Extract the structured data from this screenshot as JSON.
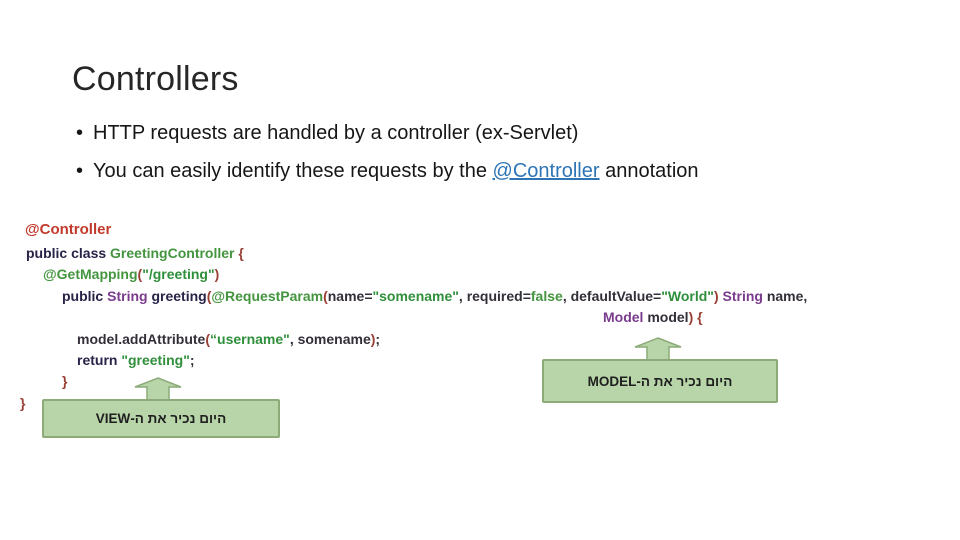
{
  "slide": {
    "title": "Controllers",
    "bullet_marker": "•",
    "bullets": [
      {
        "segments": [
          {
            "style": "plain",
            "text": "HTTP requests are handled by a controller (ex-Servlet)"
          }
        ]
      },
      {
        "segments": [
          {
            "style": "plain",
            "text": "You can easily identify these requests by the "
          },
          {
            "style": "link",
            "text": "@Controller"
          },
          {
            "style": "plain",
            "text": " annotation"
          }
        ]
      }
    ]
  },
  "code": {
    "header": "@Controller",
    "lines": [
      {
        "indent": 6,
        "tokens": [
          [
            "k",
            "public class "
          ],
          [
            "a",
            "GreetingController "
          ],
          [
            "b",
            "{"
          ]
        ]
      },
      {
        "indent": 23,
        "tokens": [
          [
            "a",
            "@GetMapping"
          ],
          [
            "b",
            "("
          ],
          [
            "s",
            "\"/greeting\""
          ],
          [
            "b",
            ")"
          ]
        ]
      },
      {
        "indent": 42,
        "tokens": [
          [
            "k",
            "public "
          ],
          [
            "t",
            "String "
          ],
          [
            "k",
            "greeting"
          ],
          [
            "b",
            "("
          ],
          [
            "a",
            "@RequestParam"
          ],
          [
            "b",
            "("
          ],
          [
            "p",
            "name="
          ],
          [
            "s",
            "\"somename\""
          ],
          [
            "p",
            ", required="
          ],
          [
            "a",
            "false"
          ],
          [
            "p",
            ", defaultValue="
          ],
          [
            "s",
            "\"World\""
          ],
          [
            "b",
            ") "
          ],
          [
            "t",
            "String"
          ],
          [
            "p",
            " name,"
          ]
        ]
      },
      {
        "indent": 583,
        "tokens": [
          [
            "t",
            "Model"
          ],
          [
            "p",
            " model"
          ],
          [
            "b",
            ") {"
          ]
        ]
      },
      {
        "indent": 57,
        "tokens": [
          [
            "p",
            "model.addAttribute"
          ],
          [
            "b",
            "("
          ],
          [
            "s",
            "“username\""
          ],
          [
            "p",
            ", somename"
          ],
          [
            "b",
            ")"
          ],
          [
            "p",
            ";"
          ]
        ]
      },
      {
        "indent": 57,
        "tokens": [
          [
            "k",
            "return "
          ],
          [
            "s",
            "\"greeting\""
          ],
          [
            "p",
            ";"
          ]
        ]
      },
      {
        "indent": 42,
        "tokens": [
          [
            "b",
            "}"
          ]
        ]
      },
      {
        "indent": 0,
        "tokens": [
          [
            "b",
            "}"
          ]
        ]
      }
    ]
  },
  "callouts": {
    "model_text": "היום נכיר את ה-MODEL",
    "view_text": "היום נכיר את ה-VIEW"
  },
  "colors": {
    "title": "#262626",
    "bullet_text": "#161616",
    "link_blue": "#2e75b6",
    "header_red": "#c23a2c",
    "keyword_dark": "#262347",
    "type_purple": "#7a3b8d",
    "class_green": "#44953f",
    "string_green": "#2f8f3a",
    "plain_dark": "#332e38",
    "brace_maroon": "#994036",
    "callout_fill": "#b7d5a8",
    "callout_border": "#8cab79"
  }
}
